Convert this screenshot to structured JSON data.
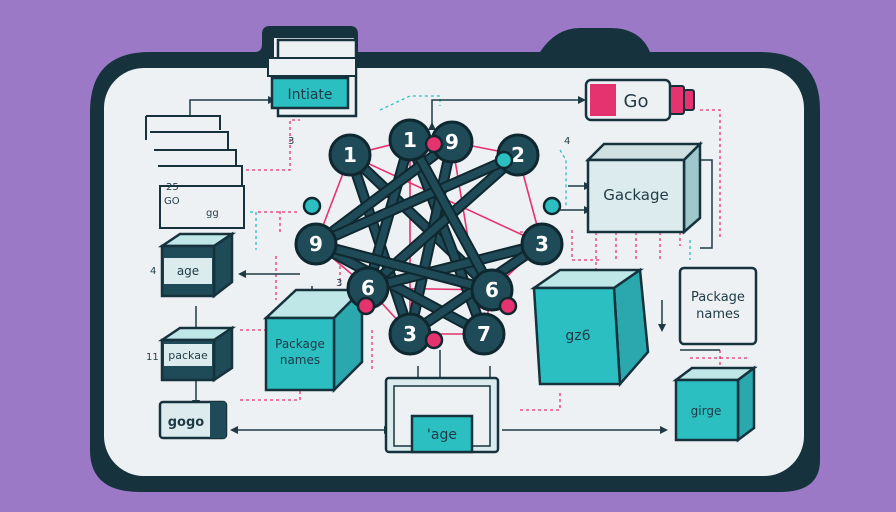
{
  "colors": {
    "background": "#9b79c6",
    "frame": "#15323d",
    "panel": "#eef1f4",
    "teal": "#2bbfc2",
    "pink": "#e5336f",
    "node": "#1f4a57"
  },
  "labels": {
    "initiate": "Intiate",
    "go": "Go",
    "gackage": "Gackage",
    "package_names_right": [
      "Package",
      "names"
    ],
    "package_names_center": [
      "Package",
      "names"
    ],
    "gz6": "gz6",
    "age": "age",
    "packae": "packae",
    "gogo": "gogo",
    "bottom_age": "'age",
    "girge": "girge",
    "stack_line1": "25",
    "stack_line2": "GO",
    "stack_line3": "gg",
    "anno_3a": "3",
    "anno_4a": "4",
    "anno_4b": "4",
    "anno_11": "11",
    "anno_3b": "3"
  },
  "nodes": [
    "1",
    "1",
    "9",
    "2",
    "9",
    "3",
    "6",
    "6",
    "3",
    "7"
  ]
}
